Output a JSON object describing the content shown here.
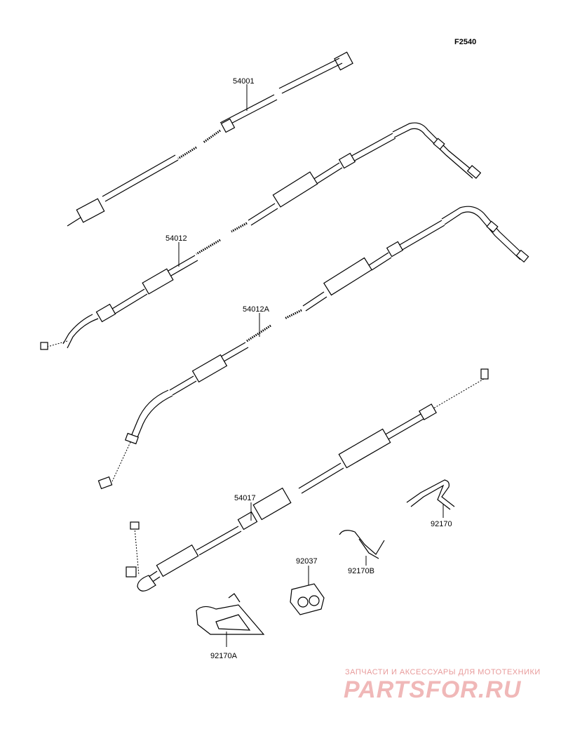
{
  "figure_ref": "F2540",
  "parts": [
    {
      "id": "speedo_cable",
      "label": "54001"
    },
    {
      "id": "throttle_cable_1",
      "label": "54012"
    },
    {
      "id": "throttle_cable_2",
      "label": "54012A"
    },
    {
      "id": "clutch_cable",
      "label": "54017"
    },
    {
      "id": "clamp_1",
      "label": "92170"
    },
    {
      "id": "clamp_2",
      "label": "92170B"
    },
    {
      "id": "holder",
      "label": "92037"
    },
    {
      "id": "clamp_3",
      "label": "92170A"
    }
  ],
  "watermark": {
    "tagline": "ЗАПЧАСТИ И АКСЕССУАРЫ ДЛЯ МОТОТЕХНИКИ",
    "logo": "PARTSFOR.RU"
  }
}
